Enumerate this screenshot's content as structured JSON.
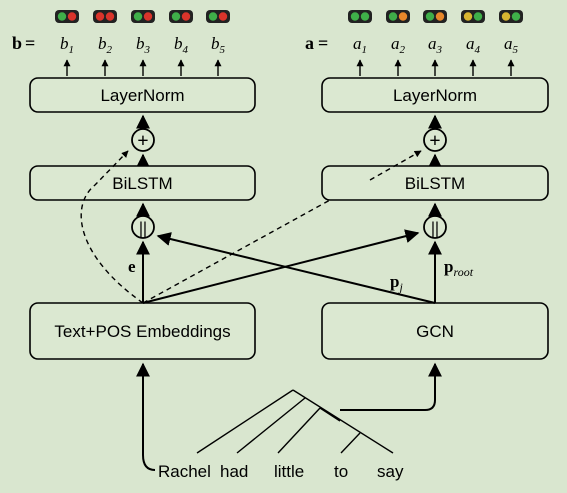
{
  "boxes": {
    "layernorm": "LayerNorm",
    "bilstm": "BiLSTM",
    "embeddings": "Text+POS Embeddings",
    "gcn": "GCN"
  },
  "operators": {
    "add": "+",
    "concat": "||"
  },
  "outputs": {
    "left": {
      "label": "b",
      "equals": "=",
      "items": [
        {
          "base": "b",
          "sub": "1"
        },
        {
          "base": "b",
          "sub": "2"
        },
        {
          "base": "b",
          "sub": "3"
        },
        {
          "base": "b",
          "sub": "4"
        },
        {
          "base": "b",
          "sub": "5"
        }
      ]
    },
    "right": {
      "label": "a",
      "equals": "=",
      "items": [
        {
          "base": "a",
          "sub": "1"
        },
        {
          "base": "a",
          "sub": "2"
        },
        {
          "base": "a",
          "sub": "3"
        },
        {
          "base": "a",
          "sub": "4"
        },
        {
          "base": "a",
          "sub": "5"
        }
      ]
    }
  },
  "edge_labels": {
    "e": "e",
    "pj": {
      "base": "p",
      "sub": "j"
    },
    "proot": {
      "base": "p",
      "sub": "root"
    }
  },
  "sentence": [
    "Rachel",
    "had",
    "little",
    "to",
    "say"
  ],
  "colors": {
    "background": "#d9e6cf",
    "dot_green": "#3fae49",
    "dot_red": "#d9342b",
    "dot_orange": "#e8872a",
    "dot_yellow": "#d8b531"
  },
  "indicators": {
    "left": [
      [
        "dot_green",
        "dot_red"
      ],
      [
        "dot_red",
        "dot_red"
      ],
      [
        "dot_green",
        "dot_red"
      ],
      [
        "dot_green",
        "dot_red"
      ],
      [
        "dot_green",
        "dot_red"
      ]
    ],
    "right": [
      [
        "dot_green",
        "dot_green"
      ],
      [
        "dot_green",
        "dot_orange"
      ],
      [
        "dot_green",
        "dot_orange"
      ],
      [
        "dot_yellow",
        "dot_green"
      ],
      [
        "dot_yellow",
        "dot_green"
      ]
    ]
  }
}
